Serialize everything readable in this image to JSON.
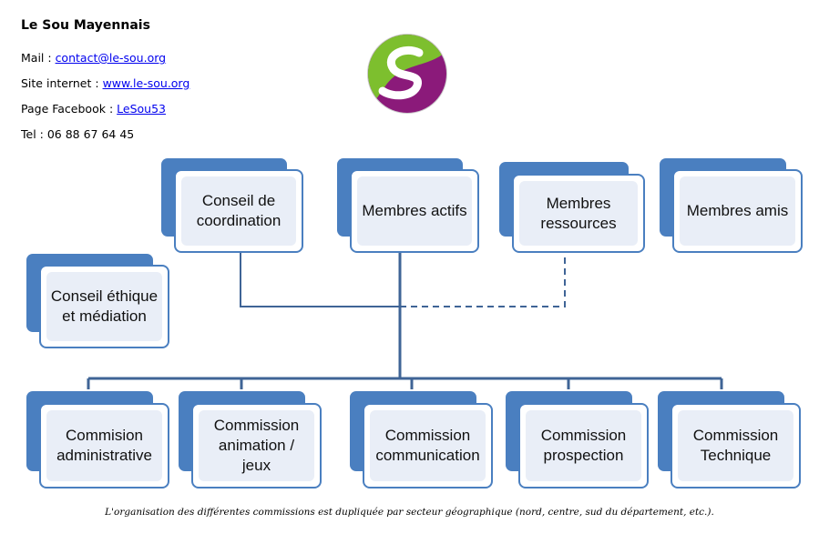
{
  "header": {
    "org_name": "Le Sou Mayennais",
    "mail_label": "Mail : ",
    "mail_value": "contact@le-sou.org",
    "site_label": "Site internet : ",
    "site_value": "www.le-sou.org",
    "facebook_label": "Page Facebook : ",
    "facebook_value": "LeSou53",
    "tel": "Tel : 06 88 67 64 45"
  },
  "logo": {
    "icon": "le-sou-logo",
    "colors": {
      "green": "#7dbf2e",
      "purple": "#8b1a7a"
    }
  },
  "colors": {
    "box_border": "#4a7fc0",
    "box_fill": "#e9eef7",
    "connector": "#3f6496"
  },
  "nodes": {
    "conseil_coordination": "Conseil de\ncoordination",
    "membres_actifs": "Membres actifs",
    "membres_ressources": "Membres\nressources",
    "membres_amis": "Membres amis",
    "conseil_ethique": "Conseil éthique\net médiation",
    "commission_administrative": "Commision\nadministrative",
    "commission_animation": "Commission\nanimation /\njeux",
    "commission_communication": "Commission\ncommunication",
    "commission_prospection": "Commission\nprospection",
    "commission_technique": "Commission\nTechnique"
  },
  "footnote": "L'organisation des différentes commissions est dupliquée par secteur géographique (nord, centre, sud du département, etc.)."
}
